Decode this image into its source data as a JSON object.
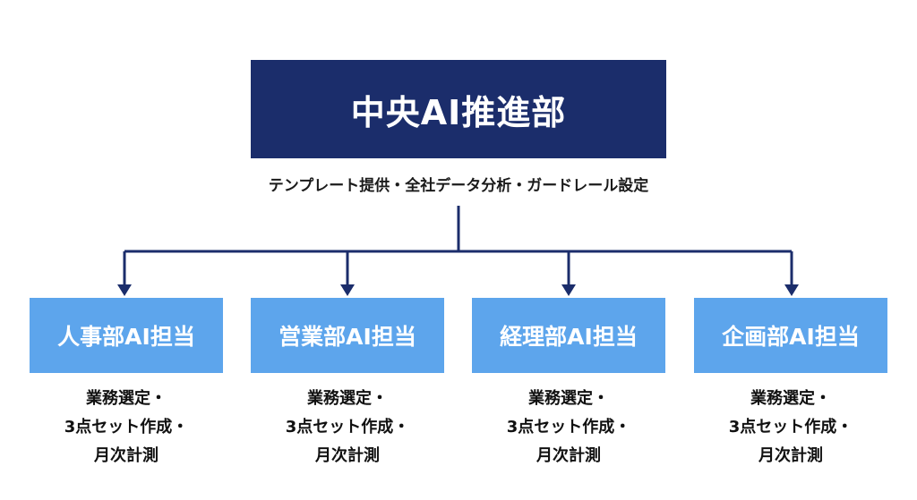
{
  "headquarters": {
    "title": "中央AI推進部",
    "description": "テンプレート提供・全社データ分析・ガードレール設定",
    "color": "#1b2d6b"
  },
  "departments": [
    {
      "label": "人事部AI担当",
      "tasks": [
        "業務選定・",
        "3点セット作成・",
        "月次計測"
      ]
    },
    {
      "label": "営業部AI担当",
      "tasks": [
        "業務選定・",
        "3点セット作成・",
        "月次計測"
      ]
    },
    {
      "label": "経理部AI担当",
      "tasks": [
        "業務選定・",
        "3点セット作成・",
        "月次計測"
      ]
    },
    {
      "label": "企画部AI担当",
      "tasks": [
        "業務選定・",
        "3点セット作成・",
        "月次計測"
      ]
    }
  ],
  "colors": {
    "department_box": "#5da5ec",
    "connector": "#1b2d6b"
  }
}
